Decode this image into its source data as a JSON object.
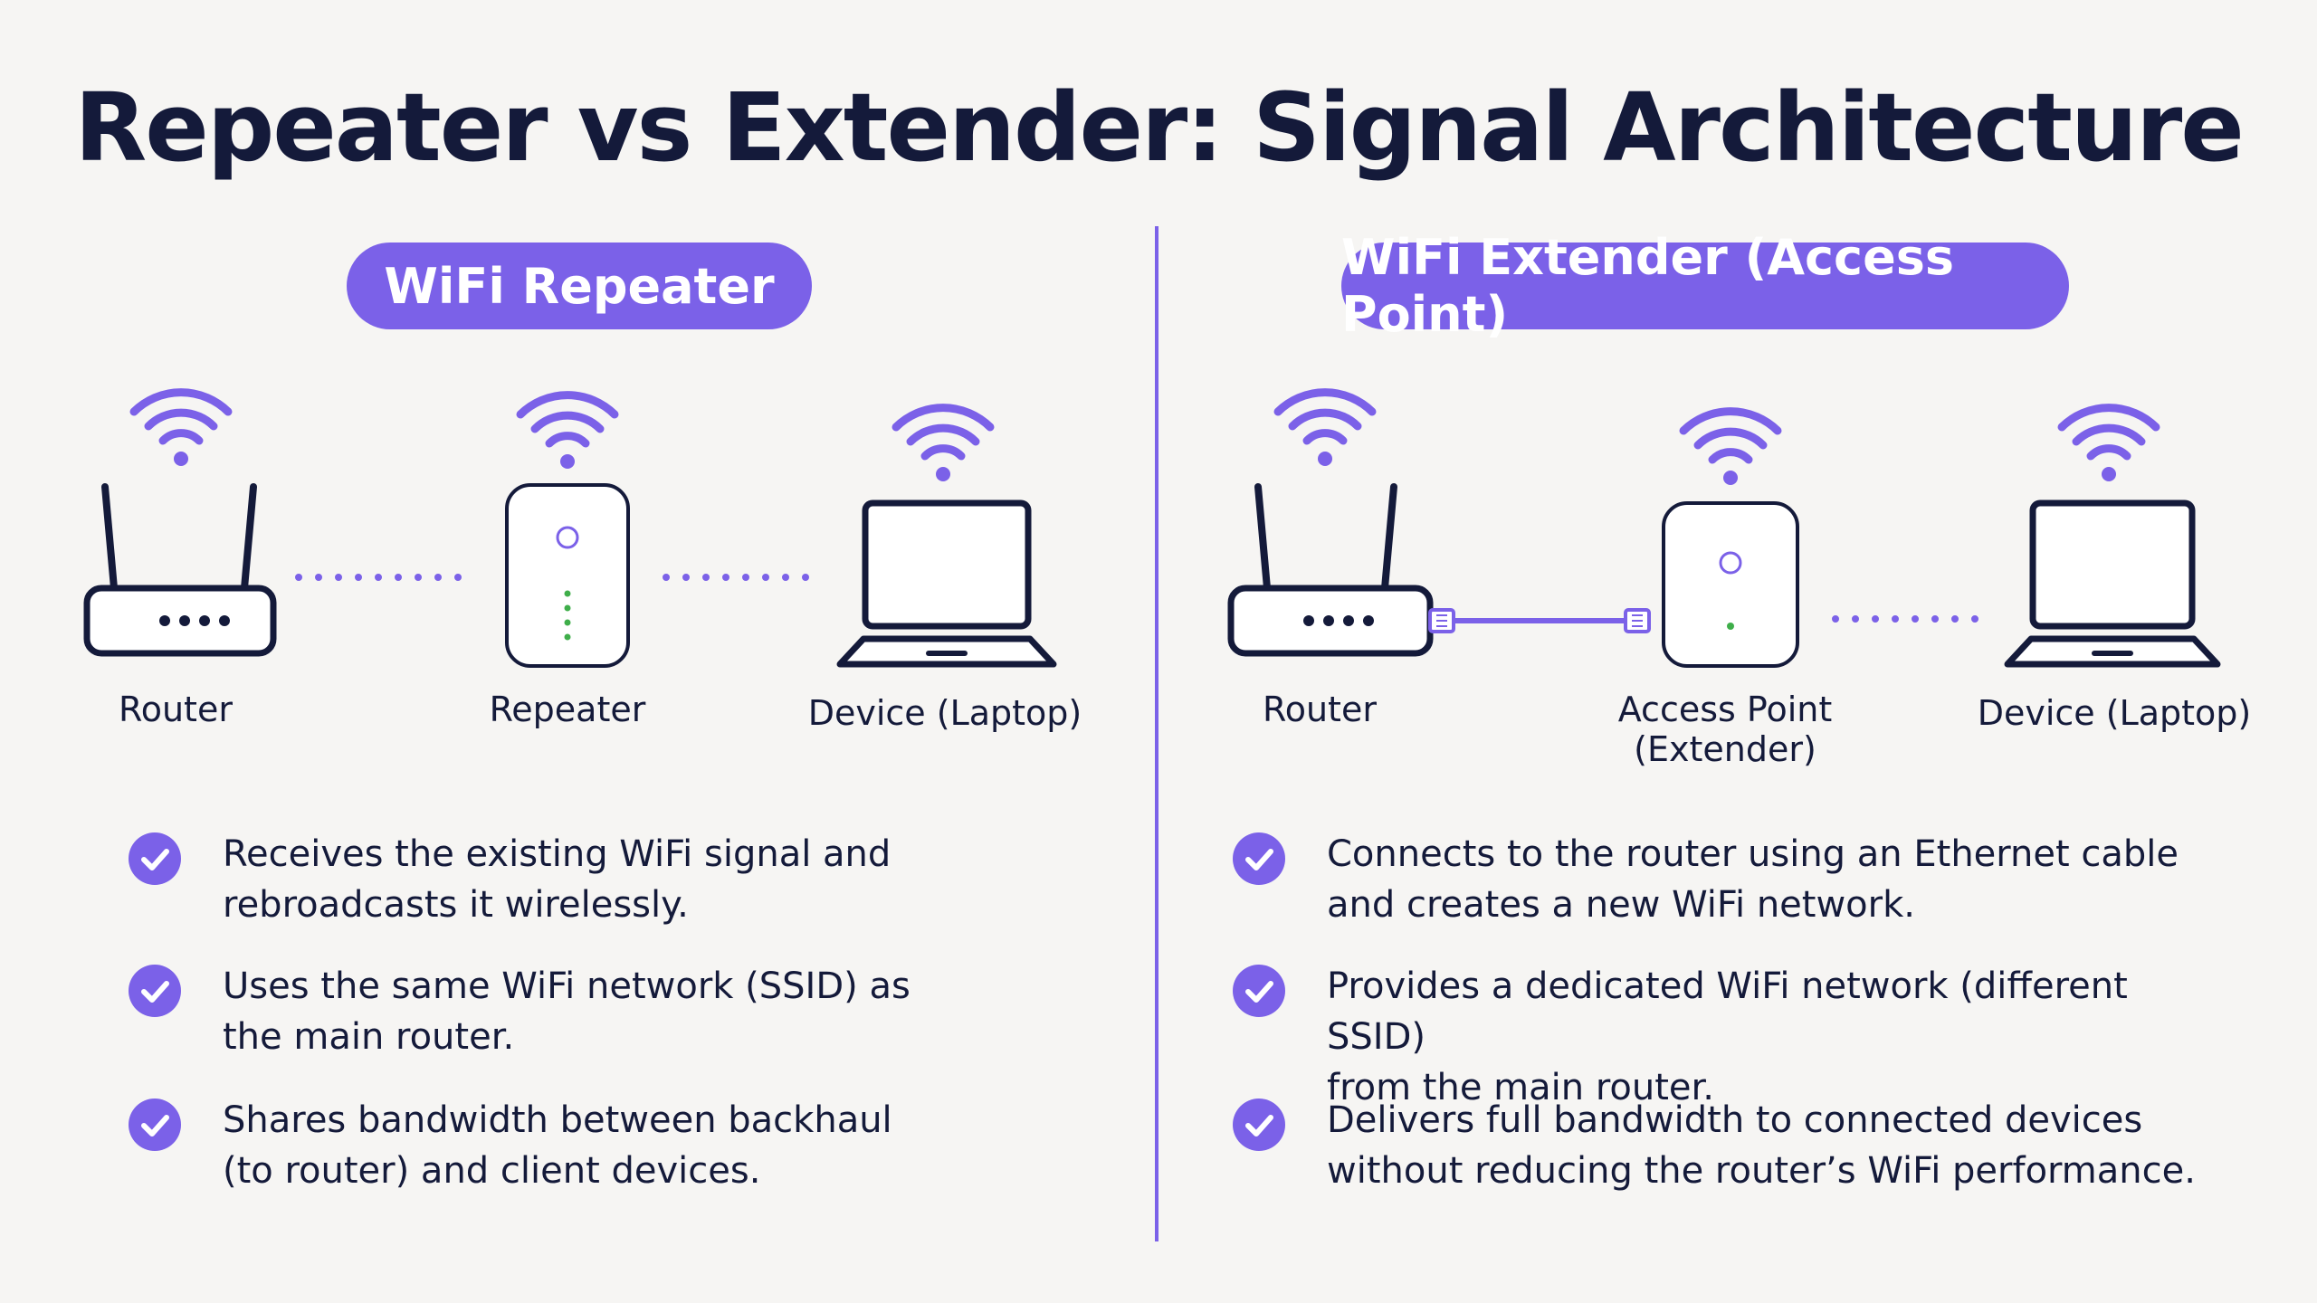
{
  "title": "Repeater vs Extender: Signal Architecture",
  "colors": {
    "accent": "#7b61e8",
    "ink": "#141a3a",
    "status_led": "#3fae4a",
    "background": "#f6f5f3"
  },
  "left": {
    "heading": "WiFi Repeater",
    "devices": {
      "router": "Router",
      "repeater": "Repeater",
      "laptop": "Device (Laptop)"
    },
    "bullets": [
      {
        "line1": "Receives the existing WiFi signal and",
        "line2": "rebroadcasts it wirelessly."
      },
      {
        "line1": "Uses the same WiFi network (SSID) as",
        "line2": "the main router."
      },
      {
        "line1": "Shares bandwidth between backhaul",
        "line2": "(to router) and client devices."
      }
    ]
  },
  "right": {
    "heading": "WiFi Extender (Access Point)",
    "devices": {
      "router": "Router",
      "ap_line1": "Access Point",
      "ap_line2": "(Extender)",
      "laptop": "Device (Laptop)"
    },
    "bullets": [
      {
        "line1": "Connects to the router using an Ethernet cable",
        "line2": "and creates a new WiFi network."
      },
      {
        "line1": "Provides a dedicated WiFi network (different SSID)",
        "line2": "from the main router."
      },
      {
        "line1": "Delivers full bandwidth to connected devices",
        "line2": "without reducing the router’s WiFi performance."
      }
    ]
  }
}
